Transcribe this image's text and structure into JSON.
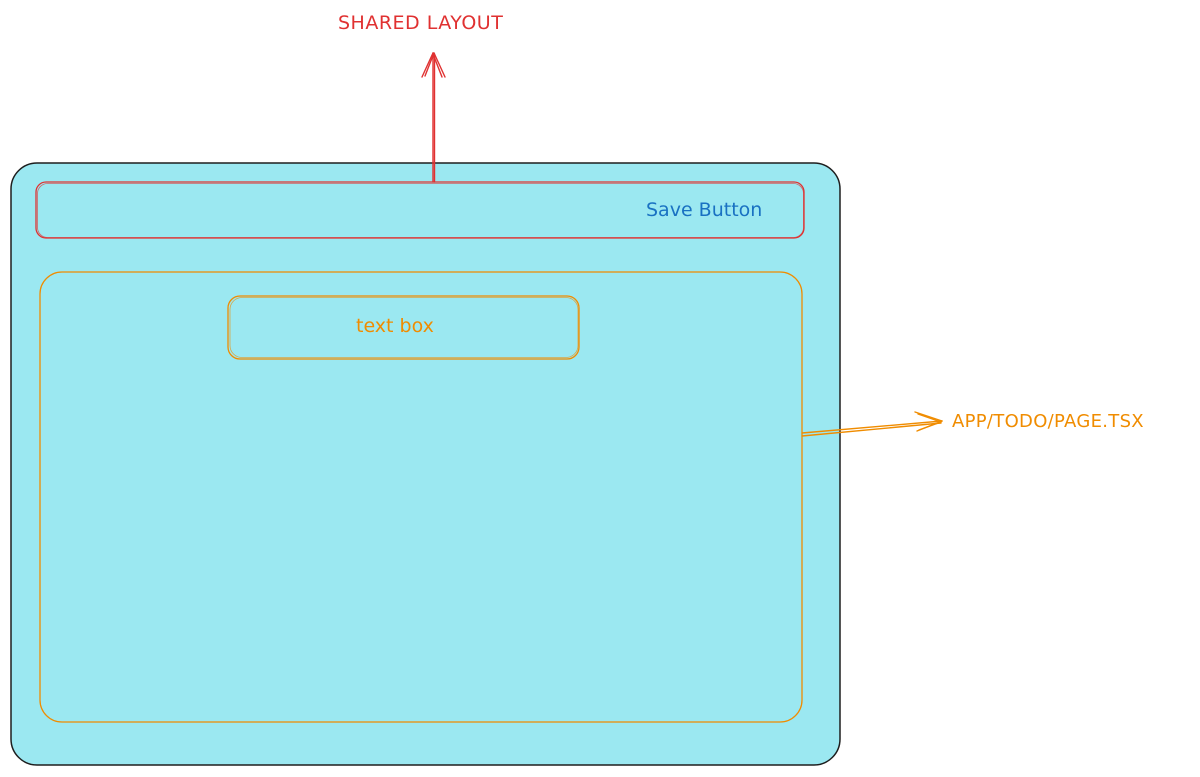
{
  "labels": {
    "shared_layout": "SHARED LAYOUT",
    "page_file": "APP/TODO/PAGE.TSX",
    "save_button": "Save Button",
    "text_box": "text box"
  },
  "colors": {
    "device_fill": "#9be8f1",
    "device_stroke": "#1e1e1e",
    "layout_stroke": "#e03131",
    "page_stroke": "#f08c00",
    "save_text": "#1971c2",
    "layout_text": "#e03131",
    "page_text": "#f08c00"
  }
}
